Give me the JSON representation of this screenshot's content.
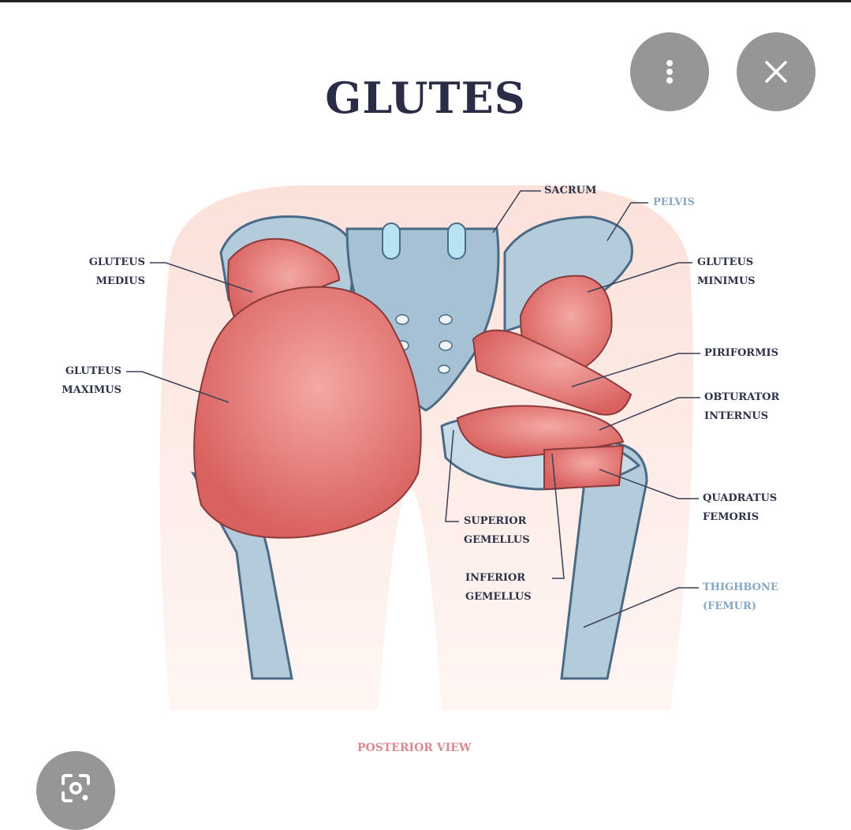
{
  "viewer": {
    "more_options_icon": "vertical-dots-icon",
    "close_icon": "close-icon",
    "lens_icon": "lens-search-icon"
  },
  "image": {
    "title": "GLUTES",
    "subtitle": "POSTERIOR VIEW",
    "labels": {
      "sacrum": "SACRUM",
      "pelvis": "PELVIS",
      "gluteus_medius": "GLUTEUS\nMEDIUS",
      "gluteus_minimus": "GLUTEUS\nMINIMUS",
      "gluteus_maximus": "GLUTEUS\nMAXIMUS",
      "piriformis": "PIRIFORMIS",
      "obturator_internus": "OBTURATOR\nINTERNUS",
      "quadratus_femoris": "QUADRATUS\nFEMORIS",
      "superior_gemellus": "SUPERIOR\nGEMELLUS",
      "inferior_gemellus": "INFERIOR\nGEMELLUS",
      "thighbone": "THIGHBONE\n(FEMUR)"
    },
    "colors": {
      "muscle": "#e07a78",
      "bone": "#b4cbdc",
      "outline": "#4b6a86",
      "skin": "#fbe3dc",
      "title": "#2a2d45"
    }
  }
}
